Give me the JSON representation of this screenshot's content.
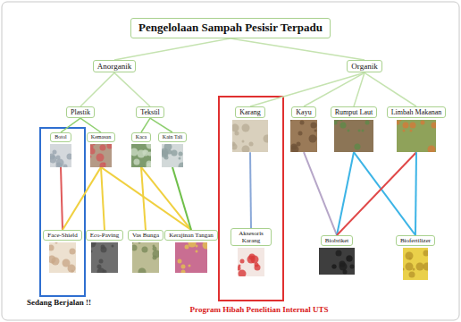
{
  "diagram": {
    "nodes": [
      {
        "text": [
          "Pengelolaan Sampah Pesisir Terpadu"
        ]
      },
      {
        "text": [
          "Anorganik"
        ]
      },
      {
        "text": [
          "Organik"
        ]
      },
      {
        "text": [
          "Plastik"
        ]
      },
      {
        "text": [
          "Tekstil"
        ]
      },
      {
        "text": [
          "Karang"
        ]
      },
      {
        "text": [
          "Kayu"
        ]
      },
      {
        "text": [
          "Rumput Laut"
        ]
      },
      {
        "text": [
          "Limbah Makanan"
        ]
      },
      {
        "text": [
          "Botol"
        ]
      },
      {
        "text": [
          "Kemasan"
        ]
      },
      {
        "text": [
          "Kaca"
        ]
      },
      {
        "text": [
          "Kain Tali"
        ]
      },
      {
        "text": [
          "Face-Shield"
        ]
      },
      {
        "text": [
          "Eco-Paving"
        ]
      },
      {
        "text": [
          "Vas Bunga"
        ]
      },
      {
        "text": [
          "Kerajinan Tangan"
        ]
      },
      {
        "text": [
          "Aksesoris Karang"
        ]
      },
      {
        "text": [
          "Biobriket"
        ]
      },
      {
        "text": [
          "Biofertilizer"
        ]
      }
    ],
    "edges": [
      {
        "from": 0,
        "to": 1,
        "arrow": "none"
      },
      {
        "from": 0,
        "to": 2,
        "arrow": "none"
      },
      {
        "from": 1,
        "to": 3,
        "arrow": "none"
      },
      {
        "from": 1,
        "to": 4,
        "arrow": "none"
      },
      {
        "from": 2,
        "to": 5,
        "arrow": "none"
      },
      {
        "from": 2,
        "to": 6,
        "arrow": "none"
      },
      {
        "from": 2,
        "to": 7,
        "arrow": "none"
      },
      {
        "from": 2,
        "to": 8,
        "arrow": "none"
      },
      {
        "from": 3,
        "to": 9,
        "arrow": "none"
      },
      {
        "from": 3,
        "to": 10,
        "arrow": "none"
      },
      {
        "from": 4,
        "to": 11,
        "arrow": "none"
      },
      {
        "from": 4,
        "to": 12,
        "arrow": "none"
      },
      {
        "from": 9,
        "to": 13,
        "arrow": "none"
      },
      {
        "from": 10,
        "to": 13,
        "arrow": "none"
      },
      {
        "from": 10,
        "to": 14,
        "arrow": "none"
      },
      {
        "from": 10,
        "to": 16,
        "arrow": "none"
      },
      {
        "from": 11,
        "to": 15,
        "arrow": "none"
      },
      {
        "from": 11,
        "to": 16,
        "arrow": "none"
      },
      {
        "from": 12,
        "to": 16,
        "arrow": "none"
      },
      {
        "from": 5,
        "to": 17,
        "arrow": "none"
      },
      {
        "from": 6,
        "to": 18,
        "arrow": "none"
      },
      {
        "from": 7,
        "to": 18,
        "arrow": "none"
      },
      {
        "from": 7,
        "to": 19,
        "arrow": "none"
      },
      {
        "from": 8,
        "to": 18,
        "arrow": "none"
      },
      {
        "from": 8,
        "to": 19,
        "arrow": "none"
      }
    ],
    "labels": [
      "Sedang Berjalan !!",
      "Program Hibah Penelitian Internal UTS"
    ]
  }
}
